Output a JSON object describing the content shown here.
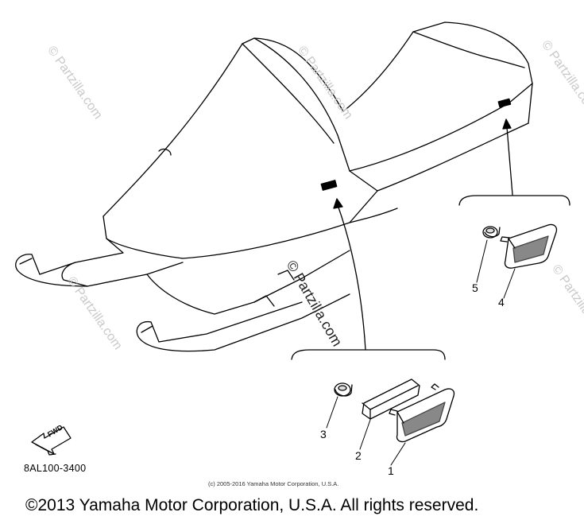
{
  "diagram": {
    "callouts": [
      "1",
      "2",
      "3",
      "4",
      "5"
    ],
    "part_code": "8AL100-3400",
    "direction_arrow_label": "FWD",
    "source_note": "(c) 2005-2016 Yamaha Motor Corporation, U.S.A.",
    "copyright": "©2013 Yamaha Motor Corporation, U.S.A. All rights reserved.",
    "watermark": "© Partzilla.com",
    "line_color": "#000000",
    "watermark_color": "#c9c9c9"
  }
}
